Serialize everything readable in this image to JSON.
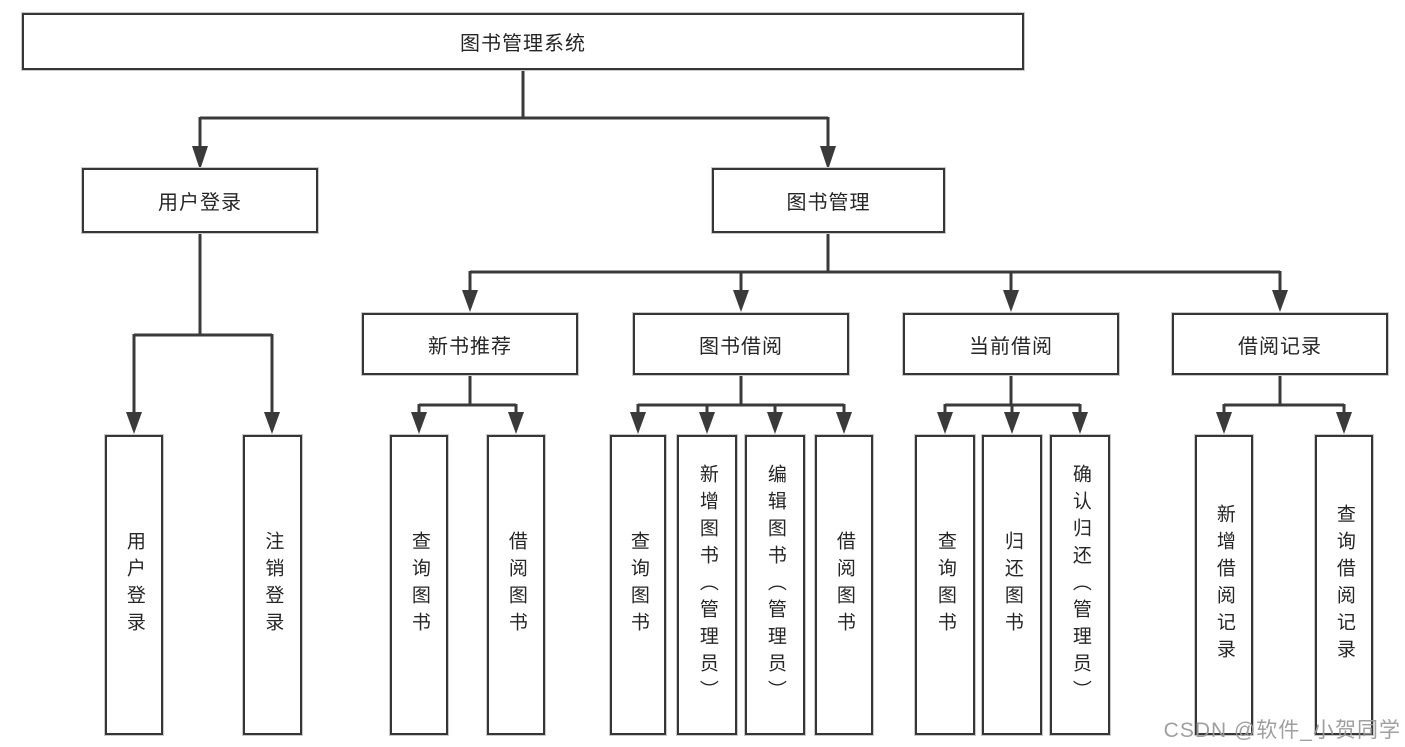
{
  "diagram": {
    "root": "图书管理系统",
    "branches": [
      {
        "label": "用户登录",
        "children": [
          "用户登录",
          "注销登录"
        ]
      },
      {
        "label": "图书管理",
        "children": [
          {
            "label": "新书推荐",
            "children": [
              "查询图书",
              "借阅图书"
            ]
          },
          {
            "label": "图书借阅",
            "children": [
              "查询图书",
              "新增图书（管理员）",
              "编辑图书（管理员）",
              "借阅图书"
            ]
          },
          {
            "label": "当前借阅",
            "children": [
              "查询图书",
              "归还图书",
              "确认归还（管理员）"
            ]
          },
          {
            "label": "借阅记录",
            "children": [
              "新增借阅记录",
              "查询借阅记录"
            ]
          }
        ]
      }
    ]
  },
  "watermark": "CSDN @软件_小贺同学",
  "colors": {
    "background": "#ffffff",
    "line": "#3a3a3a",
    "box_border": "#363636",
    "box_fill": "#ffffff",
    "text": "#262626",
    "watermark": "#9a9a9a"
  }
}
